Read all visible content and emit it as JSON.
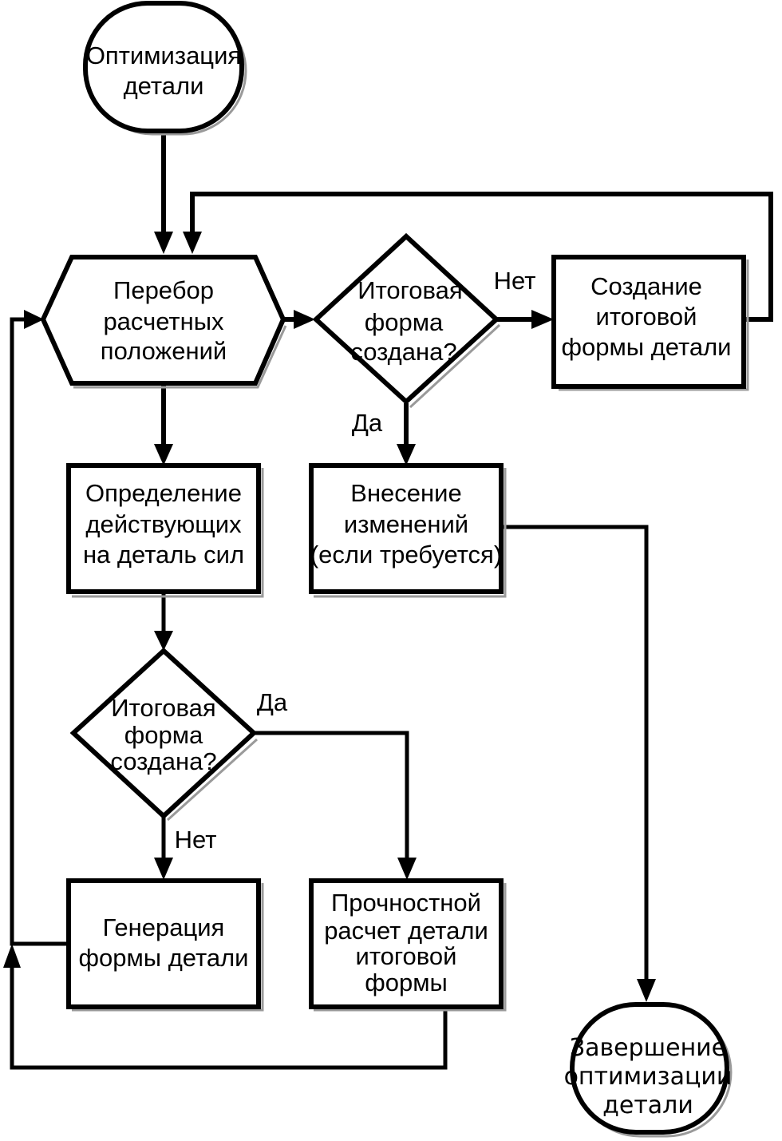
{
  "diagram": {
    "nodes": {
      "start": {
        "type": "terminator",
        "lines": [
          "Оптимизация",
          "детали"
        ]
      },
      "loop": {
        "type": "loop-hexagon",
        "lines": [
          "Перебор",
          "расчетных",
          "положений"
        ]
      },
      "decision_top": {
        "type": "decision",
        "lines": [
          "Итоговая",
          "форма",
          "создана?"
        ]
      },
      "create_final": {
        "type": "process",
        "lines": [
          "Создание",
          "итоговой",
          "формы детали"
        ]
      },
      "apply_changes": {
        "type": "process",
        "lines": [
          "Внесение",
          "изменений",
          "(если требуется)"
        ]
      },
      "determine_forces": {
        "type": "process",
        "lines": [
          "Определение",
          "действующих",
          "на деталь сил"
        ]
      },
      "decision_bottom": {
        "type": "decision",
        "lines": [
          "Итоговая",
          "форма",
          "создана?"
        ]
      },
      "generate_shape": {
        "type": "process",
        "lines": [
          "Генерация",
          "формы детали"
        ]
      },
      "strength_calc": {
        "type": "process",
        "lines": [
          "Прочностной",
          "расчет детали",
          "итоговой",
          "формы"
        ]
      },
      "end": {
        "type": "terminator",
        "lines": [
          "Завершение",
          "оптимизации",
          "детали"
        ]
      }
    },
    "edge_labels": {
      "top_no": "Нет",
      "top_yes": "Да",
      "bottom_yes": "Да",
      "bottom_no": "Нет"
    },
    "edges": [
      {
        "from": "start",
        "to": "loop"
      },
      {
        "from": "loop",
        "to": "decision_top"
      },
      {
        "from": "decision_top",
        "to": "create_final",
        "label": "Нет"
      },
      {
        "from": "create_final",
        "to": "loop"
      },
      {
        "from": "decision_top",
        "to": "apply_changes",
        "label": "Да"
      },
      {
        "from": "apply_changes",
        "to": "end"
      },
      {
        "from": "loop",
        "to": "determine_forces"
      },
      {
        "from": "determine_forces",
        "to": "decision_bottom"
      },
      {
        "from": "decision_bottom",
        "to": "strength_calc",
        "label": "Да"
      },
      {
        "from": "decision_bottom",
        "to": "generate_shape",
        "label": "Нет"
      },
      {
        "from": "generate_shape",
        "to": "loop"
      },
      {
        "from": "strength_calc",
        "to": "loop"
      }
    ]
  }
}
